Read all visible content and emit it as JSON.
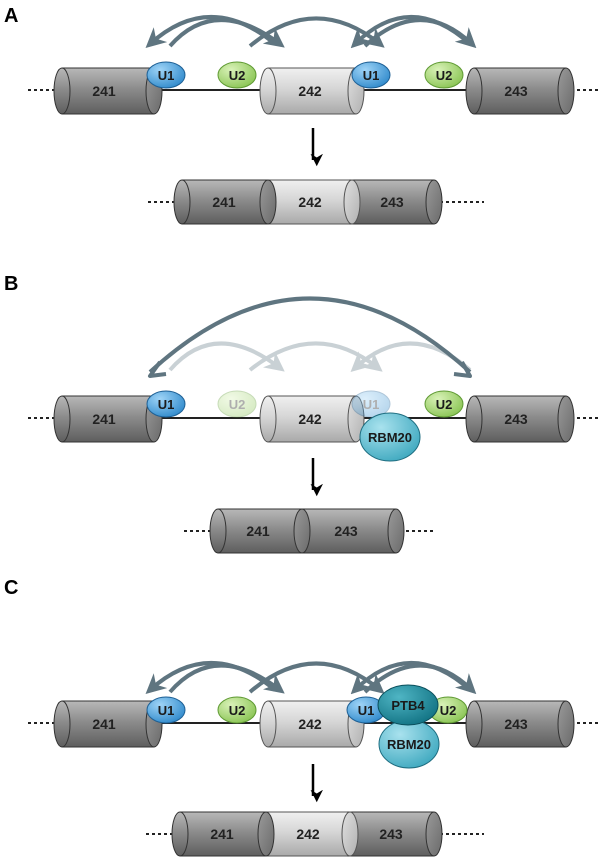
{
  "panels": [
    {
      "label": "A",
      "exons": [
        "241",
        "242",
        "243"
      ],
      "factors": [
        "U1",
        "U2",
        "U1",
        "U2"
      ],
      "product": [
        "241",
        "242",
        "243"
      ]
    },
    {
      "label": "B",
      "exons": [
        "241",
        "242",
        "243"
      ],
      "factors": [
        "U1",
        "U2",
        "U1",
        "U2"
      ],
      "repressor": "RBM20",
      "product": [
        "241",
        "243"
      ]
    },
    {
      "label": "C",
      "exons": [
        "241",
        "242",
        "243"
      ],
      "factors": [
        "U1",
        "U2",
        "U1",
        "U2"
      ],
      "repressors": [
        "PTB4",
        "RBM20"
      ],
      "product": [
        "241",
        "242",
        "243"
      ]
    }
  ],
  "colors": {
    "exon_dark": "#8a8a8a",
    "exon_light": "#d8d8d8",
    "u1": "#4aa3e0",
    "u2": "#9fd36a",
    "rbm20": "#56b8cc",
    "ptb4": "#1f8fa0",
    "arrow": "#5f7580",
    "faded_arrow": "#c9d1d5"
  }
}
